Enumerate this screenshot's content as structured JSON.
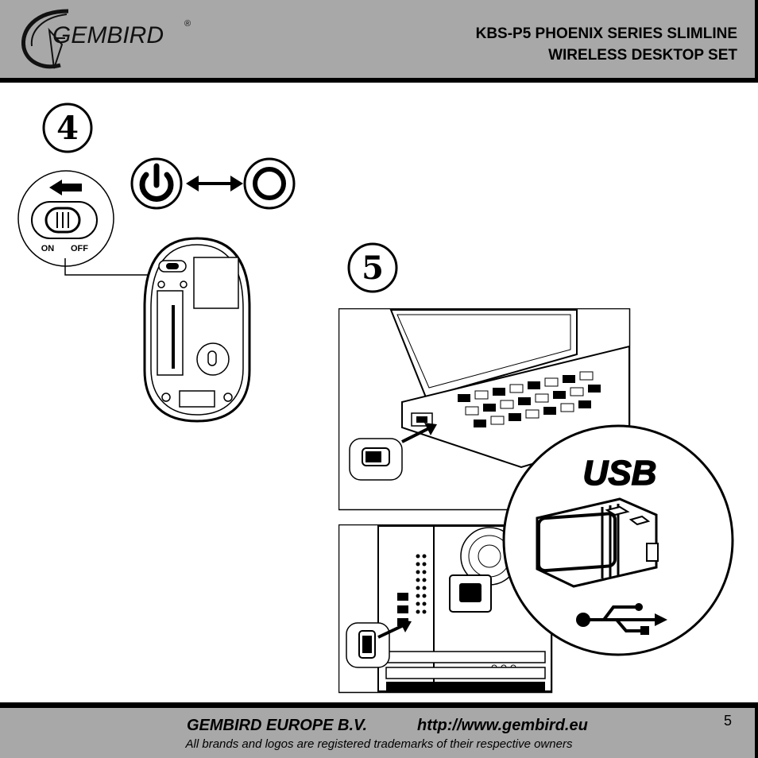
{
  "header": {
    "logo_text": "GEMBIRD",
    "logo_reg": "®",
    "title_line1": "KBS-P5 PHOENIX SERIES SLIMLINE",
    "title_line2": "WIRELESS DESKTOP SET"
  },
  "steps": {
    "step4": "4",
    "step5": "5"
  },
  "switch": {
    "on_label": "ON",
    "off_label": "OFF"
  },
  "usb_label": "USB",
  "footer": {
    "company": "GEMBIRD EUROPE B.V.",
    "url": "http://www.gembird.eu",
    "trademark": "All brands and logos are registered trademarks of their respective owners",
    "page_number": "5"
  }
}
